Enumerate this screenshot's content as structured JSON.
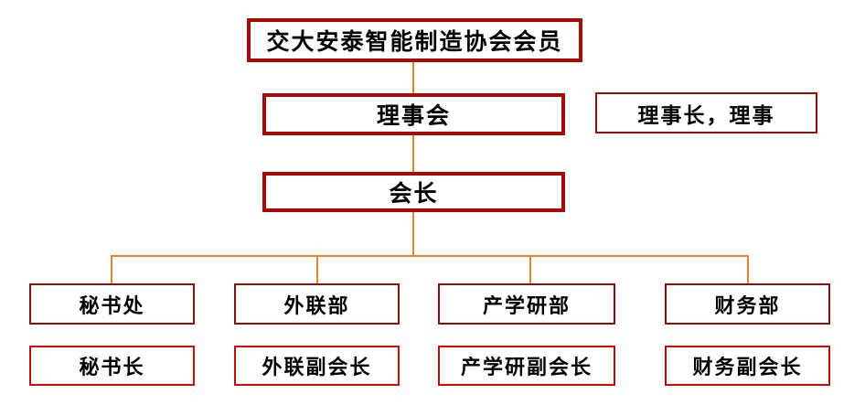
{
  "chart_data": {
    "type": "diagram",
    "title": "",
    "subtype": "organization-chart",
    "orientation": "top-down",
    "nodes": [
      {
        "id": "members",
        "label": "交大安泰智能制造协会会员",
        "level": 0,
        "style": "thick"
      },
      {
        "id": "board",
        "label": "理事会",
        "level": 1,
        "style": "thick"
      },
      {
        "id": "boardnote",
        "label": "理事长，理事",
        "level": 1,
        "style": "note"
      },
      {
        "id": "president",
        "label": "会长",
        "level": 2,
        "style": "thick"
      },
      {
        "id": "dept1",
        "label": "秘书处",
        "level": 3,
        "style": "dept"
      },
      {
        "id": "dept2",
        "label": "外联部",
        "level": 3,
        "style": "dept"
      },
      {
        "id": "dept3",
        "label": "产学研部",
        "level": 3,
        "style": "dept"
      },
      {
        "id": "dept4",
        "label": "财务部",
        "level": 3,
        "style": "dept"
      },
      {
        "id": "role1",
        "label": "秘书长",
        "level": 4,
        "style": "role"
      },
      {
        "id": "role2",
        "label": "外联副会长",
        "level": 4,
        "style": "role"
      },
      {
        "id": "role3",
        "label": "产学研副会长",
        "level": 4,
        "style": "role"
      },
      {
        "id": "role4",
        "label": "财务副会长",
        "level": 4,
        "style": "role"
      }
    ],
    "edges": [
      {
        "from": "members",
        "to": "board"
      },
      {
        "from": "board",
        "to": "president"
      },
      {
        "from": "president",
        "to": "dept1"
      },
      {
        "from": "president",
        "to": "dept2"
      },
      {
        "from": "president",
        "to": "dept3"
      },
      {
        "from": "president",
        "to": "dept4"
      }
    ],
    "colors": {
      "connector": "#E8822A",
      "border_thick": "#A50B00",
      "border_dept": "#8C1008",
      "border_role": "#C60A06",
      "border_note": "#9B0D05",
      "text": "#000000",
      "background": "#FFFFFF"
    }
  },
  "boxes": {
    "members": {
      "label": "交大安泰智能制造协会会员"
    },
    "board": {
      "label": "理事会"
    },
    "boardnote": {
      "label": "理事长，理事"
    },
    "president": {
      "label": "会长"
    },
    "dept1": {
      "label": "秘书处"
    },
    "dept2": {
      "label": "外联部"
    },
    "dept3": {
      "label": "产学研部"
    },
    "dept4": {
      "label": "财务部"
    },
    "role1": {
      "label": "秘书长"
    },
    "role2": {
      "label": "外联副会长"
    },
    "role3": {
      "label": "产学研副会长"
    },
    "role4": {
      "label": "财务副会长"
    }
  }
}
